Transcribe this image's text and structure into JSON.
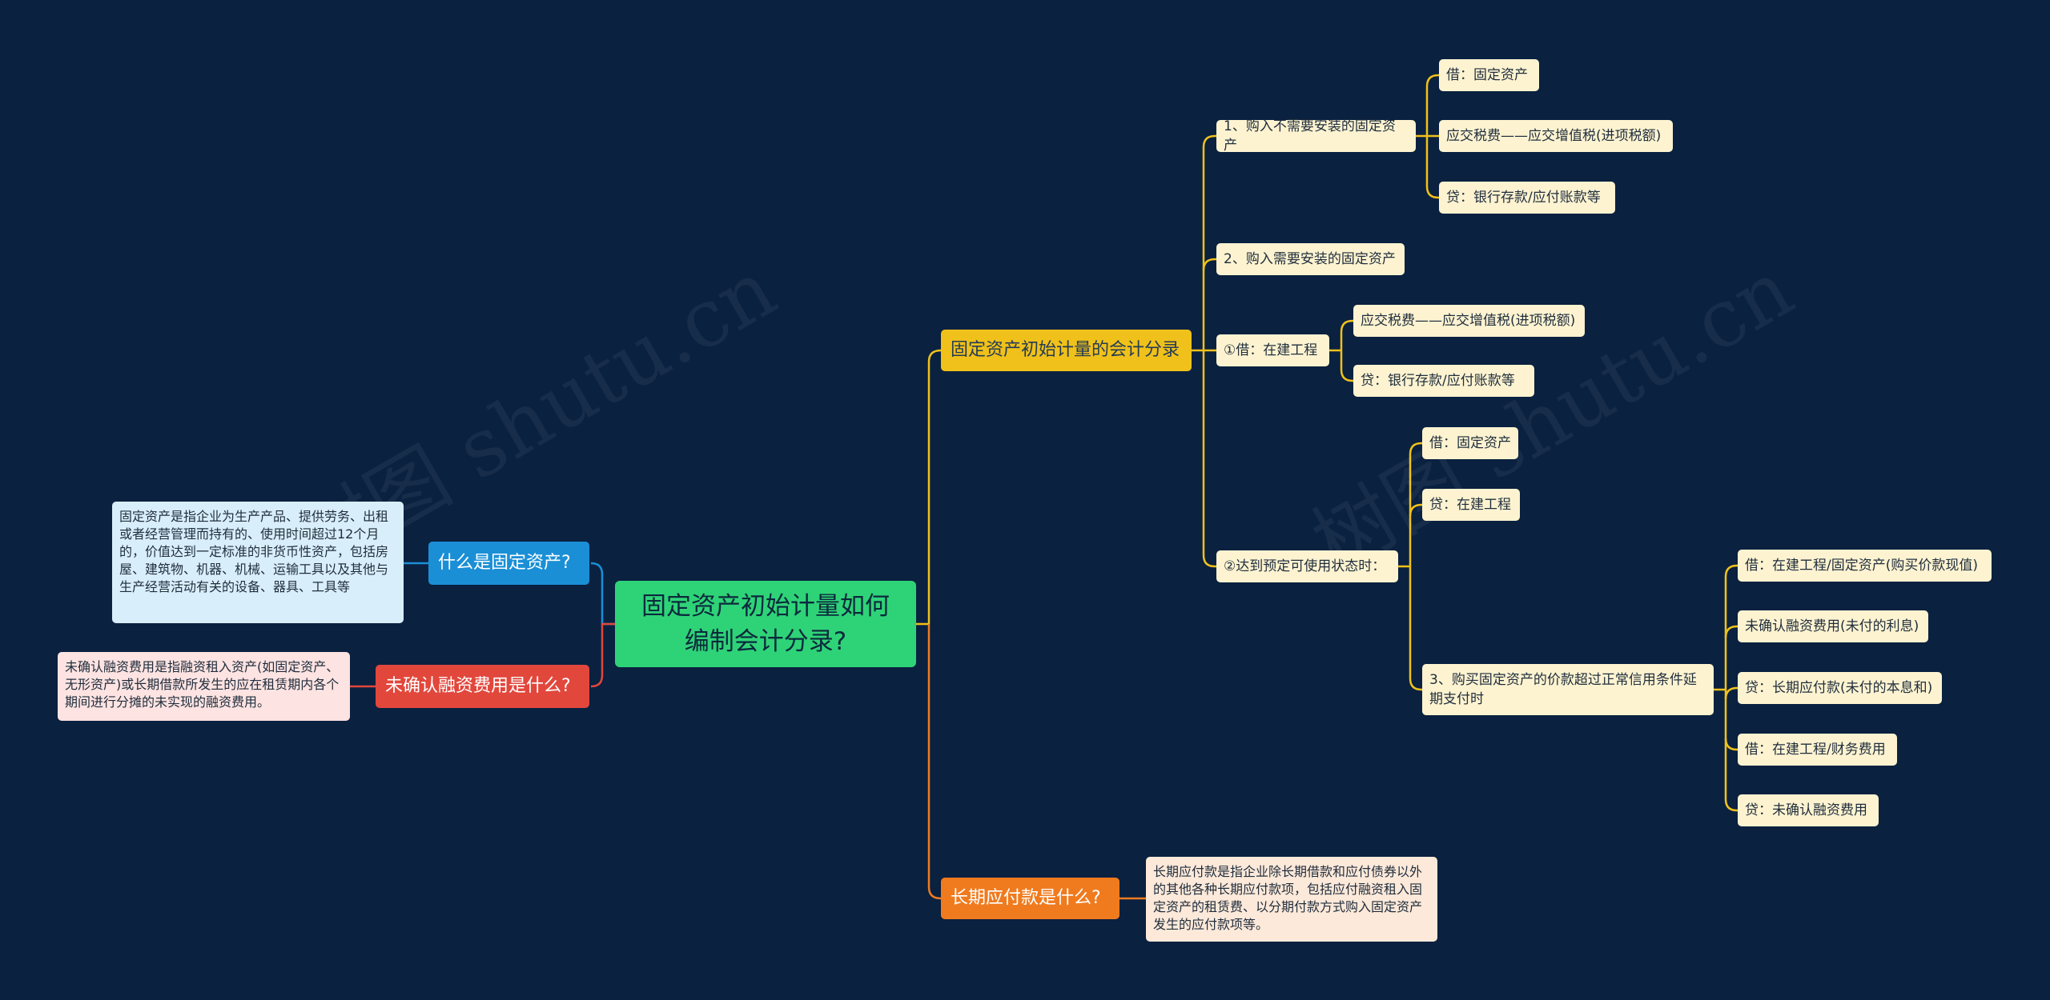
{
  "colors": {
    "background": "#0a2140",
    "root": "#2fd377",
    "blue": "#1a8fd6",
    "red": "#e2473c",
    "yellow": "#f0c11a",
    "orange": "#f07b1f",
    "leaf": "#fdf3d0"
  },
  "watermark": "树图 shutu.cn",
  "root": {
    "label": "固定资产初始计量如何编制会计分录?"
  },
  "left": {
    "what_is": {
      "label": "什么是固定资产?",
      "desc": "固定资产是指企业为生产产品、提供劳务、出租或者经营管理而持有的、使用时间超过12个月的，价值达到一定标准的非货币性资产，包括房屋、建筑物、机器、机械、运输工具以及其他与生产经营活动有关的设备、器具、工具等"
    },
    "unrecognized": {
      "label": "未确认融资费用是什么?",
      "desc": "未确认融资费用是指融资租入资产(如固定资产、无形资产)或长期借款所发生的应在租赁期内各个期间进行分摊的未实现的融资费用。"
    }
  },
  "right": {
    "entries": {
      "label": "固定资产初始计量的会计分录",
      "n1": {
        "label": "1、购入不需要安装的固定资产",
        "c1": "借：固定资产",
        "c2": "应交税费——应交增值税(进项税额)",
        "c3": "贷：银行存款/应付账款等"
      },
      "n2": {
        "label": "2、购入需要安装的固定资产"
      },
      "n3": {
        "label": "①借：在建工程",
        "c1": "应交税费——应交增值税(进项税额)",
        "c2": "贷：银行存款/应付账款等"
      },
      "n4": {
        "label": "②达到预定可使用状态时：",
        "c1": "借：固定资产",
        "c2": "贷：在建工程",
        "c3": {
          "label": "3、购买固定资产的价款超过正常信用条件延期支付时",
          "g1": "借：在建工程/固定资产(购买价款现值)",
          "g2": "未确认融资费用(未付的利息)",
          "g3": "贷：长期应付款(未付的本息和)",
          "g4": "借：在建工程/财务费用",
          "g5": "贷：未确认融资费用"
        }
      }
    },
    "long_term": {
      "label": "长期应付款是什么?",
      "desc": "长期应付款是指企业除长期借款和应付债券以外的其他各种长期应付款项，包括应付融资租入固定资产的租赁费、以分期付款方式购入固定资产发生的应付款项等。"
    }
  }
}
